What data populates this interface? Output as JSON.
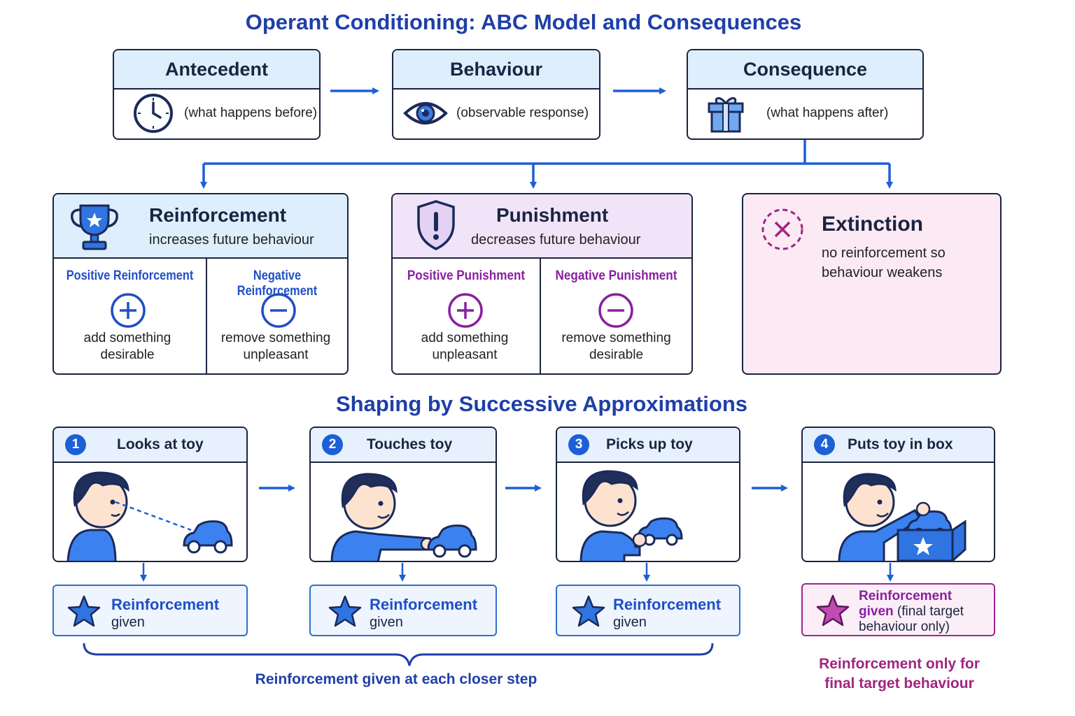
{
  "title": "Operant Conditioning: ABC Model and Consequences",
  "abc": [
    {
      "label": "Antecedent",
      "desc": "(what happens before)",
      "icon": "clock-icon"
    },
    {
      "label": "Behaviour",
      "desc": "(observable response)",
      "icon": "eye-icon"
    },
    {
      "label": "Consequence",
      "desc": "(what happens after)",
      "icon": "gift-icon"
    }
  ],
  "consequences": {
    "reinforcement": {
      "title": "Reinforcement",
      "subtitle": "increases future behaviour",
      "icon": "trophy-icon",
      "positive": {
        "title": "Positive Reinforcement",
        "desc1": "add something",
        "desc2": "desirable"
      },
      "negative": {
        "title": "Negative Reinforcement",
        "desc1": "remove something",
        "desc2": "unpleasant"
      }
    },
    "punishment": {
      "title": "Punishment",
      "subtitle": "decreases future behaviour",
      "icon": "shield-alert-icon",
      "positive": {
        "title": "Positive Punishment",
        "desc1": "add something",
        "desc2": "unpleasant"
      },
      "negative": {
        "title": "Negative Punishment",
        "desc1": "remove something",
        "desc2": "desirable"
      }
    },
    "extinction": {
      "title": "Extinction",
      "line1": "no reinforcement so",
      "line2": "behaviour weakens",
      "icon": "x-circle-icon"
    }
  },
  "shaping": {
    "title": "Shaping by Successive Approximations",
    "steps": [
      {
        "num": "1",
        "label": "Looks at toy"
      },
      {
        "num": "2",
        "label": "Touches toy"
      },
      {
        "num": "3",
        "label": "Picks up toy"
      },
      {
        "num": "4",
        "label": "Puts toy in box"
      }
    ],
    "reinforcement_bold": "Reinforcement",
    "reinforcement_given": "given",
    "final": {
      "line1": "Reinforcement",
      "line2_bold": "given",
      "line2_rest": " (final target",
      "line3": "behaviour only)"
    },
    "brace_label": "Reinforcement given at each closer step",
    "final_note_line1": "Reinforcement only for",
    "final_note_line2": "final target behaviour"
  },
  "colors": {
    "blue": "#1f4fc8",
    "purple": "#8a1fa0",
    "header_blue": "#deeefd",
    "punish_head": "#f1e4f8",
    "extinction_bg": "#fbeaf4"
  }
}
